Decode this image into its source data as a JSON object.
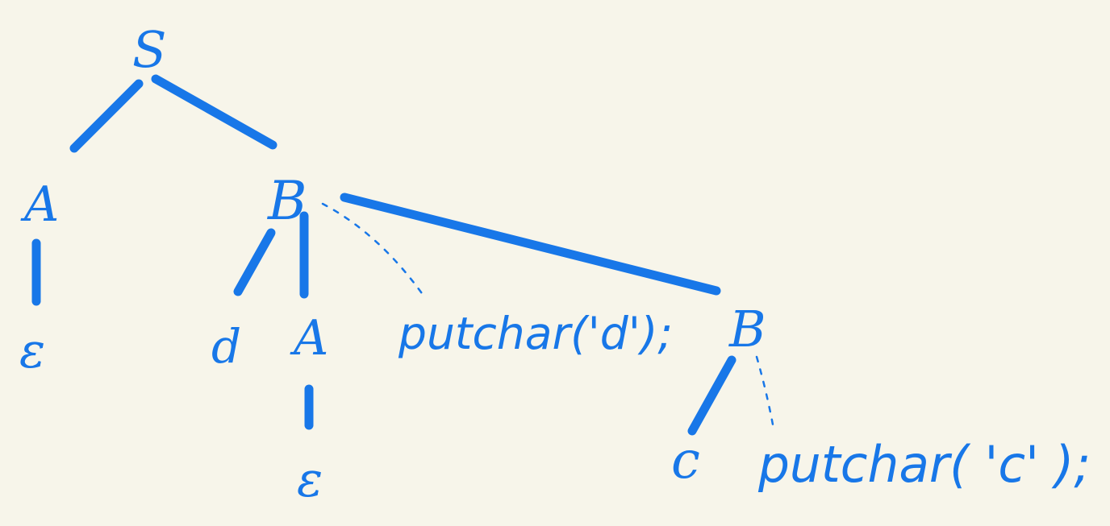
{
  "diagram": {
    "nodes": {
      "root": "S",
      "left_a": "A",
      "left_a_epsilon": "ε",
      "b_upper": "B",
      "b_terminal_d": "d",
      "b_child_a": "A",
      "b_child_a_epsilon": "ε",
      "action_d": "putchar('d');",
      "b_lower": "B",
      "b_lower_terminal_c": "c",
      "action_c": "putchar( 'c' );"
    },
    "colors": {
      "ink": "#1877e8",
      "paper": "#f7f5ea"
    }
  }
}
